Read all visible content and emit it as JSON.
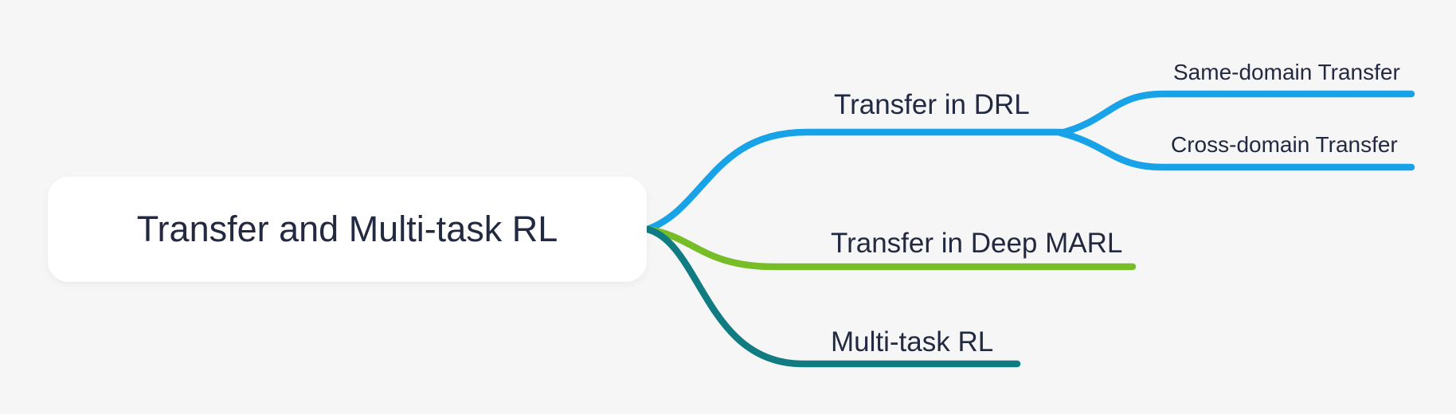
{
  "page": {
    "background_color": "#f6f6f7",
    "text_color": "#232940",
    "root_node_background": "#ffffff"
  },
  "palette": {
    "branch_blue": "#18a3e8",
    "branch_green": "#76bd28",
    "branch_teal": "#107b81"
  },
  "mindmap": {
    "root": {
      "label": "Transfer and Multi-task RL"
    },
    "branches": [
      {
        "label": "Transfer in DRL",
        "color": "#18a3e8",
        "children": [
          {
            "label": "Same-domain Transfer",
            "color": "#18a3e8"
          },
          {
            "label": "Cross-domain Transfer",
            "color": "#18a3e8"
          }
        ]
      },
      {
        "label": "Transfer in Deep MARL",
        "color": "#76bd28",
        "children": []
      },
      {
        "label": "Multi-task RL",
        "color": "#107b81",
        "children": []
      }
    ]
  }
}
